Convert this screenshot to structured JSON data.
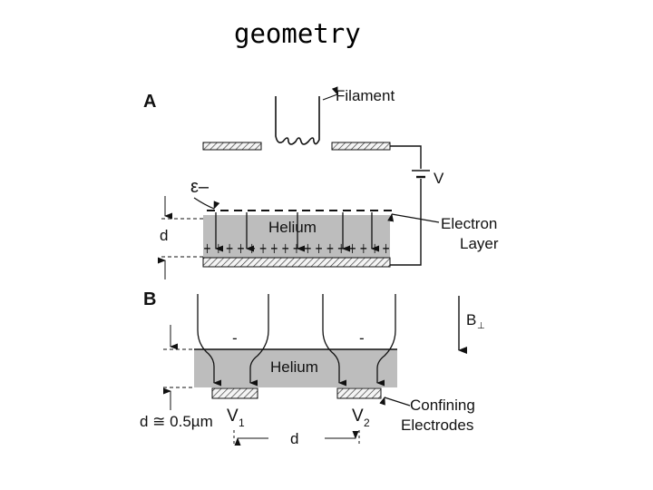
{
  "title": "geometry",
  "diagram": {
    "panel_a": {
      "label": "A",
      "filament_label": "Filament",
      "voltage_label": "V",
      "electron_symbol": "ε–",
      "helium_label": "Helium",
      "gap_label": "d",
      "charge_row": "+ + + + + + + + + + + + + + + + +",
      "electron_layer_line1": "Electron",
      "electron_layer_line2": "Layer"
    },
    "panel_b": {
      "label": "B",
      "field_label": "B",
      "field_sub": "⊥",
      "helium_label": "Helium",
      "minus_left": "-",
      "minus_right": "-",
      "thickness_label": "d ≅ 0.5µm",
      "v1_main": "V",
      "v1_sub": "1",
      "v2_main": "V",
      "v2_sub": "2",
      "spacing_label": "d",
      "confining_line1": "Confining",
      "confining_line2": "Electrodes"
    }
  }
}
